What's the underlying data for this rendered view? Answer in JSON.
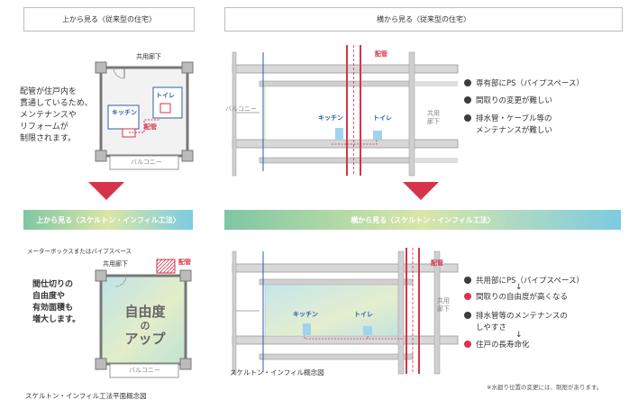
{
  "top": {
    "left_header": "上から見る〈従来型の住宅〉",
    "right_header": "横から見る〈従来型の住宅〉",
    "left_description": [
      "配管が住戸内を",
      "貫通しているため、",
      "メンテナンスや",
      "リフォームが",
      "制限されます。"
    ],
    "plan": {
      "corridor": "共用廊下",
      "toilet": "トイレ",
      "kitchen": "キッチン",
      "pipe": "配管",
      "balcony": "バルコニー"
    },
    "section": {
      "pipe": "配管",
      "balcony": "バルコニー",
      "kitchen": "キッチン",
      "toilet": "トイレ",
      "corridor_1": "共用",
      "corridor_2": "廊下"
    },
    "bullets": [
      {
        "text": "専有部にPS（パイプスペース）",
        "red": false
      },
      {
        "text": "間取りの変更が難しい",
        "red": false
      },
      {
        "text": "排水管・ケーブル等の",
        "red": false
      },
      {
        "text": "メンテナンスが難しい",
        "red": false,
        "continuation": true
      }
    ]
  },
  "bottom": {
    "left_band": "上から見る〈スケルトン・インフィル工法〉",
    "right_band": "横から見る〈スケルトン・インフィル工法〉",
    "left_description": [
      "間仕切りの",
      "自由度や",
      "有効面積も",
      "増大します。"
    ],
    "plan": {
      "meter_box": "メーターボックスまたはパイプスペース",
      "corridor": "共用廊下",
      "pipe": "配管",
      "center_1": "自由度",
      "center_2": "の",
      "center_3": "アップ",
      "balcony": "バルコニー"
    },
    "plan_caption": "スケルトン・インフィル工法平面概念図",
    "section": {
      "pipe": "配管",
      "kitchen": "キッチン",
      "toilet": "トイレ",
      "corridor_1": "共用",
      "corridor_2": "廊下"
    },
    "section_caption": "スケルトン・インフィル概念図",
    "bullets": [
      {
        "text": "共用部にPS（パイプスペース）",
        "red": false
      },
      {
        "text": "間取りの自由度が高くなる",
        "red": true
      },
      {
        "text": "排水管等のメンテナンスの",
        "red": false
      },
      {
        "text": "しやすさ",
        "red": false,
        "continuation": true
      },
      {
        "text": "住戸の長寿命化",
        "red": true
      }
    ],
    "arrow_glyph": "↓",
    "footnote": "※水廻り位置の変更には、制限があります。"
  },
  "colors": {
    "accent_red": "#d6344a",
    "band_gradient_start": "#7fc6a4",
    "band_gradient_mid": "#d9e6a8",
    "band_gradient_end": "#7ccbe0",
    "plan_blue": "#2b5fa8"
  }
}
